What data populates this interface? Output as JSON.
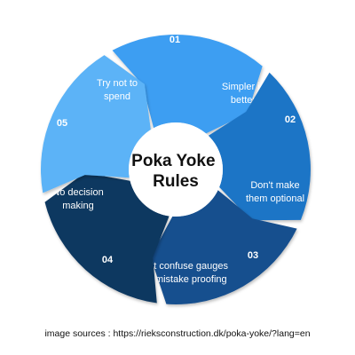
{
  "diagram": {
    "center_title": [
      "Poka Yoke",
      "Rules"
    ],
    "segments": [
      {
        "number": "01",
        "label": [
          "Simpler is",
          "better"
        ],
        "color": "#3d9ef2"
      },
      {
        "number": "02",
        "label": [
          "Don't make",
          "them optional"
        ],
        "color": "#1f74c6"
      },
      {
        "number": "03",
        "label": [
          "Don't confuse gauges",
          "with mistake proofing"
        ],
        "color": "#164f8e"
      },
      {
        "number": "04",
        "label": [
          "No decision",
          "making"
        ],
        "color": "#0f3760"
      },
      {
        "number": "05",
        "label": [
          "Try not to",
          "spend"
        ],
        "color": "#5bb3f7"
      }
    ]
  },
  "caption": "image sources : https://rieksconstruction.dk/poka-yoke/?lang=en"
}
